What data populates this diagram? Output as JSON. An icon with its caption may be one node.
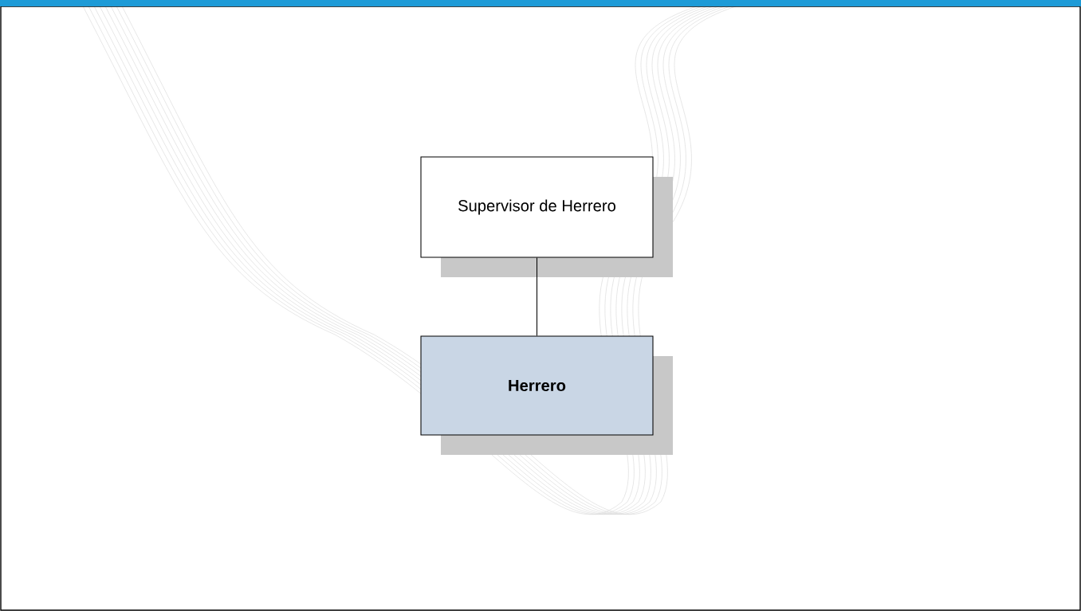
{
  "diagram": {
    "nodes": [
      {
        "text": [
          "Supervisor de Herrero"
        ]
      },
      {
        "text": [
          "Herrero"
        ]
      }
    ],
    "edges": [
      {
        "from": 0,
        "to": 1,
        "arrow": "none"
      }
    ]
  }
}
